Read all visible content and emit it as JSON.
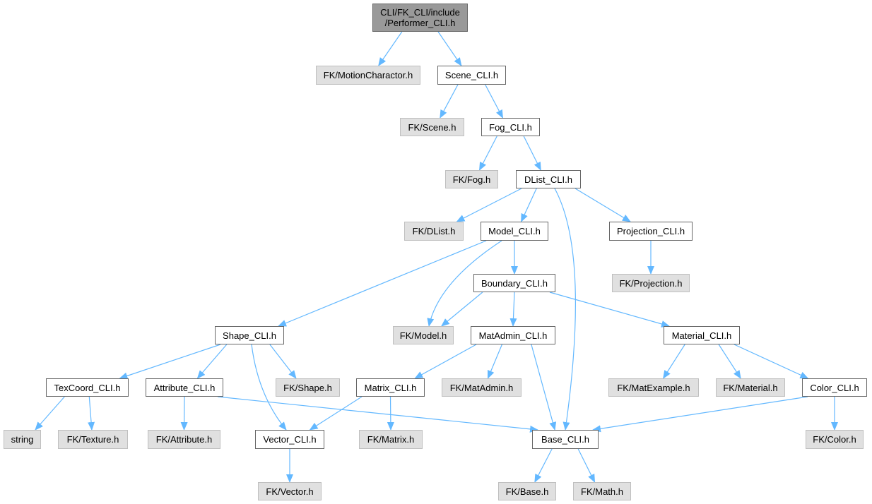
{
  "colors": {
    "edge": "#63b8ff",
    "local_fill": "#ffffff",
    "external_fill": "#e0e0e0",
    "root_fill": "#999999"
  },
  "nodes": [
    {
      "id": "root",
      "label": "CLI/FK_CLI/include\n/Performer_CLI.h",
      "kind": "root"
    },
    {
      "id": "motion",
      "label": "FK/MotionCharactor.h",
      "kind": "external"
    },
    {
      "id": "scene_cli",
      "label": "Scene_CLI.h",
      "kind": "local"
    },
    {
      "id": "scene",
      "label": "FK/Scene.h",
      "kind": "external"
    },
    {
      "id": "fog_cli",
      "label": "Fog_CLI.h",
      "kind": "local"
    },
    {
      "id": "fog",
      "label": "FK/Fog.h",
      "kind": "external"
    },
    {
      "id": "dlist_cli",
      "label": "DList_CLI.h",
      "kind": "local"
    },
    {
      "id": "dlist",
      "label": "FK/DList.h",
      "kind": "external"
    },
    {
      "id": "model_cli",
      "label": "Model_CLI.h",
      "kind": "local"
    },
    {
      "id": "projection_cli",
      "label": "Projection_CLI.h",
      "kind": "local"
    },
    {
      "id": "projection",
      "label": "FK/Projection.h",
      "kind": "external"
    },
    {
      "id": "boundary_cli",
      "label": "Boundary_CLI.h",
      "kind": "local"
    },
    {
      "id": "shape_cli",
      "label": "Shape_CLI.h",
      "kind": "local"
    },
    {
      "id": "model",
      "label": "FK/Model.h",
      "kind": "external"
    },
    {
      "id": "matadmin_cli",
      "label": "MatAdmin_CLI.h",
      "kind": "local"
    },
    {
      "id": "material_cli",
      "label": "Material_CLI.h",
      "kind": "local"
    },
    {
      "id": "texcoord_cli",
      "label": "TexCoord_CLI.h",
      "kind": "local"
    },
    {
      "id": "attribute_cli",
      "label": "Attribute_CLI.h",
      "kind": "local"
    },
    {
      "id": "shape",
      "label": "FK/Shape.h",
      "kind": "external"
    },
    {
      "id": "matrix_cli",
      "label": "Matrix_CLI.h",
      "kind": "local"
    },
    {
      "id": "matadmin",
      "label": "FK/MatAdmin.h",
      "kind": "external"
    },
    {
      "id": "matexample",
      "label": "FK/MatExample.h",
      "kind": "external"
    },
    {
      "id": "material",
      "label": "FK/Material.h",
      "kind": "external"
    },
    {
      "id": "color_cli",
      "label": "Color_CLI.h",
      "kind": "local"
    },
    {
      "id": "string",
      "label": "string",
      "kind": "external"
    },
    {
      "id": "texture",
      "label": "FK/Texture.h",
      "kind": "external"
    },
    {
      "id": "attribute",
      "label": "FK/Attribute.h",
      "kind": "external"
    },
    {
      "id": "vector_cli",
      "label": "Vector_CLI.h",
      "kind": "local"
    },
    {
      "id": "matrix",
      "label": "FK/Matrix.h",
      "kind": "external"
    },
    {
      "id": "base_cli",
      "label": "Base_CLI.h",
      "kind": "local"
    },
    {
      "id": "color",
      "label": "FK/Color.h",
      "kind": "external"
    },
    {
      "id": "vector",
      "label": "FK/Vector.h",
      "kind": "external"
    },
    {
      "id": "base",
      "label": "FK/Base.h",
      "kind": "external"
    },
    {
      "id": "math",
      "label": "FK/Math.h",
      "kind": "external"
    }
  ],
  "edges": [
    [
      "root",
      "motion"
    ],
    [
      "root",
      "scene_cli"
    ],
    [
      "scene_cli",
      "scene"
    ],
    [
      "scene_cli",
      "fog_cli"
    ],
    [
      "fog_cli",
      "fog"
    ],
    [
      "fog_cli",
      "dlist_cli"
    ],
    [
      "dlist_cli",
      "dlist"
    ],
    [
      "dlist_cli",
      "model_cli"
    ],
    [
      "dlist_cli",
      "projection_cli"
    ],
    [
      "dlist_cli",
      "base_cli"
    ],
    [
      "projection_cli",
      "projection"
    ],
    [
      "model_cli",
      "shape_cli"
    ],
    [
      "model_cli",
      "model"
    ],
    [
      "model_cli",
      "boundary_cli"
    ],
    [
      "boundary_cli",
      "model"
    ],
    [
      "boundary_cli",
      "matadmin_cli"
    ],
    [
      "boundary_cli",
      "material_cli"
    ],
    [
      "shape_cli",
      "texcoord_cli"
    ],
    [
      "shape_cli",
      "attribute_cli"
    ],
    [
      "shape_cli",
      "vector_cli"
    ],
    [
      "shape_cli",
      "shape"
    ],
    [
      "matadmin_cli",
      "matrix_cli"
    ],
    [
      "matadmin_cli",
      "matadmin"
    ],
    [
      "matadmin_cli",
      "base_cli"
    ],
    [
      "material_cli",
      "matexample"
    ],
    [
      "material_cli",
      "material"
    ],
    [
      "material_cli",
      "color_cli"
    ],
    [
      "texcoord_cli",
      "string"
    ],
    [
      "texcoord_cli",
      "texture"
    ],
    [
      "attribute_cli",
      "attribute"
    ],
    [
      "attribute_cli",
      "base_cli"
    ],
    [
      "matrix_cli",
      "vector_cli"
    ],
    [
      "matrix_cli",
      "matrix"
    ],
    [
      "color_cli",
      "base_cli"
    ],
    [
      "color_cli",
      "color"
    ],
    [
      "vector_cli",
      "vector"
    ],
    [
      "base_cli",
      "base"
    ],
    [
      "base_cli",
      "math"
    ]
  ]
}
